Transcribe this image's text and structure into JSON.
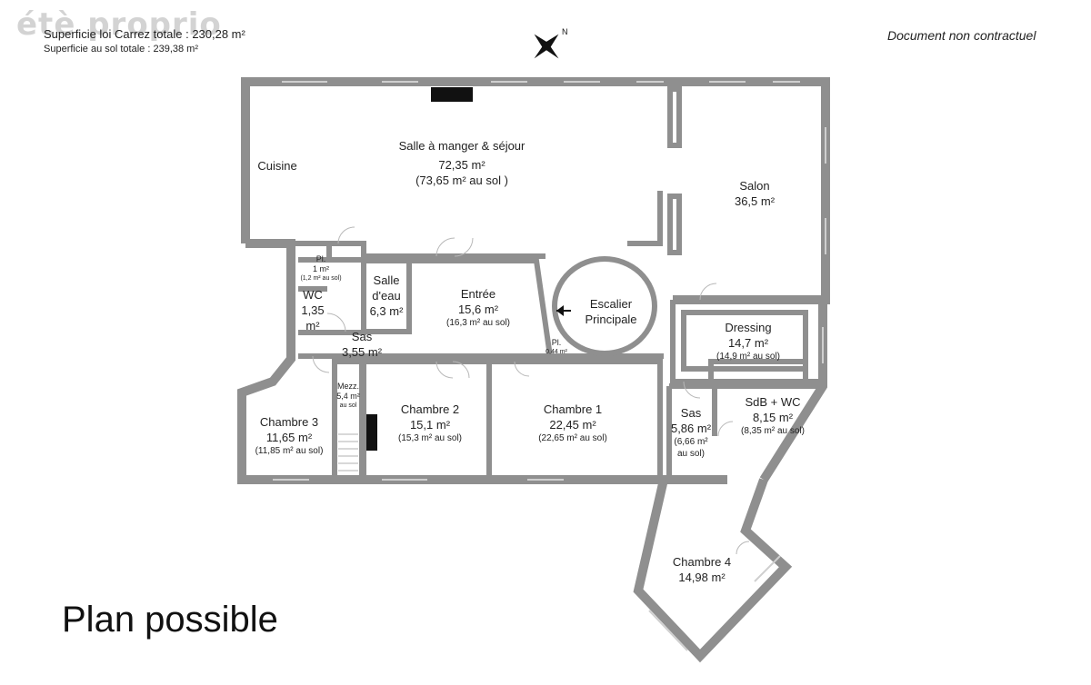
{
  "header": {
    "carrez_label": "Superficie loi Carrez totale :",
    "carrez_value": "230,28 m²",
    "floor_label": "Superficie au sol totale :",
    "floor_value": "239,38 m²",
    "watermark": "étè proprio",
    "note": "Document non contractuel",
    "compass_letter": "N"
  },
  "footer": {
    "title": "Plan possible"
  },
  "rooms": {
    "cuisine": {
      "name": "Cuisine"
    },
    "sejour": {
      "name": "Salle à manger & séjour",
      "area": "72,35 m²",
      "sub": "(73,65 m² au sol )"
    },
    "salon": {
      "name": "Salon",
      "area": "36,5 m²"
    },
    "placard1": {
      "name": "Pl.",
      "area": "1 m²",
      "sub": "(1,2 m² au sol)"
    },
    "wc": {
      "name": "WC",
      "area": "1,35",
      "sub": "m²"
    },
    "salle_eau": {
      "name": "Salle",
      "name2": "d'eau",
      "area": "6,3 m²"
    },
    "entree": {
      "name": "Entrée",
      "area": "15,6 m²",
      "sub": "(16,3 m² au sol)"
    },
    "escalier": {
      "name": "Escalier",
      "name2": "Principale"
    },
    "placard2": {
      "name": "Pl.",
      "sub": "0,44 m²"
    },
    "sas1": {
      "name": "Sas",
      "area": "3,55 m²"
    },
    "dressing": {
      "name": "Dressing",
      "area": "14,7 m²",
      "sub": "(14,9 m² au sol)"
    },
    "mezz": {
      "name": "Mezz.",
      "area": "5,4 m²",
      "sub": "au sol"
    },
    "chambre3": {
      "name": "Chambre 3",
      "area": "11,65 m²",
      "sub": "(11,85 m² au sol)"
    },
    "chambre2": {
      "name": "Chambre 2",
      "area": "15,1 m²",
      "sub": "(15,3 m² au sol)"
    },
    "chambre1": {
      "name": "Chambre 1",
      "area": "22,45 m²",
      "sub": "(22,65 m² au sol)"
    },
    "sas2": {
      "name": "Sas",
      "area": "5,86 m²",
      "sub": "(6,66 m²",
      "sub2": "au sol)"
    },
    "sdb": {
      "name": "SdB + WC",
      "area": "8,15 m²",
      "sub": "(8,35 m² au sol)"
    },
    "chambre4": {
      "name": "Chambre 4",
      "area": "14,98 m²"
    }
  },
  "colors": {
    "wall": "#8f8f8f",
    "wall_dark": "#6f6f6f",
    "text": "#222222",
    "watermark": "#cfcfcf"
  }
}
